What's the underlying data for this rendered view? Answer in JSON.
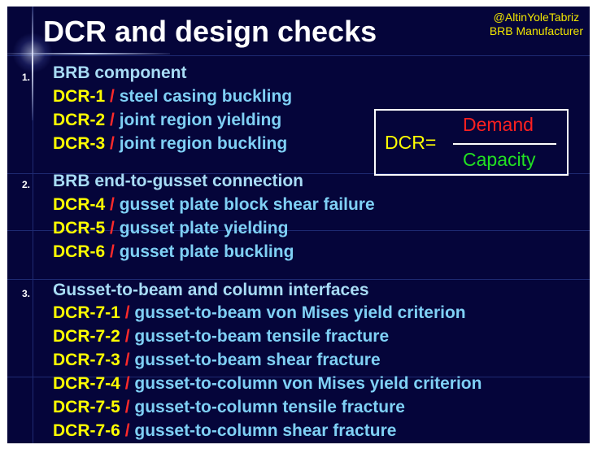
{
  "slide": {
    "title": "DCR and design checks",
    "brand": {
      "handle": "@AltinYoleTabriz",
      "subtitle": "BRB Manufacturer"
    },
    "sections": [
      {
        "number": "1.",
        "heading": "BRB component",
        "items": [
          {
            "code": "DCR-1",
            "sep": "/",
            "text": "steel casing buckling"
          },
          {
            "code": "DCR-2",
            "sep": "/",
            "text": "joint region yielding"
          },
          {
            "code": "DCR-3",
            "sep": "/",
            "text": "joint region buckling"
          }
        ]
      },
      {
        "number": "2.",
        "heading": "BRB end-to-gusset connection",
        "items": [
          {
            "code": "DCR-4",
            "sep": "/",
            "text": "gusset plate block shear failure"
          },
          {
            "code": "DCR-5",
            "sep": "/",
            "text": "gusset plate yielding"
          },
          {
            "code": "DCR-6",
            "sep": "/",
            "text": "gusset plate buckling"
          }
        ]
      },
      {
        "number": "3.",
        "heading": "Gusset-to-beam and column interfaces",
        "items": [
          {
            "code": "DCR-7-1",
            "sep": "/",
            "text": "gusset-to-beam von Mises yield criterion"
          },
          {
            "code": "DCR-7-2",
            "sep": "/",
            "text": "gusset-to-beam tensile fracture"
          },
          {
            "code": "DCR-7-3",
            "sep": "/",
            "text": "gusset-to-beam shear fracture"
          },
          {
            "code": "DCR-7-4",
            "sep": "/",
            "text": "gusset-to-column von Mises yield criterion"
          },
          {
            "code": "DCR-7-5",
            "sep": "/",
            "text": "gusset-to-column tensile fracture"
          },
          {
            "code": "DCR-7-6",
            "sep": "/",
            "text": "gusset-to-column shear fracture"
          }
        ]
      }
    ],
    "formula": {
      "lhs": "DCR=",
      "numerator": "Demand",
      "denominator": "Capacity"
    },
    "colors": {
      "background": "#05053a",
      "code": "#ffff00",
      "separator": "#ff2a2a",
      "description": "#7fd0f5",
      "heading": "#a8dcf5",
      "numerator": "#ff2020",
      "denominator": "#22e022"
    }
  }
}
